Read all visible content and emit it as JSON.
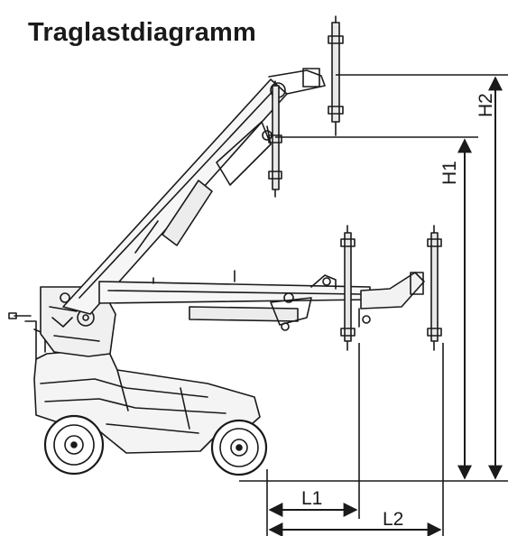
{
  "title": "Traglastdiagramm",
  "labels": {
    "h1": "H1",
    "h2": "H2",
    "l1": "L1",
    "l2": "L2"
  },
  "colors": {
    "ink": "#1a1a1a",
    "background": "#ffffff"
  }
}
